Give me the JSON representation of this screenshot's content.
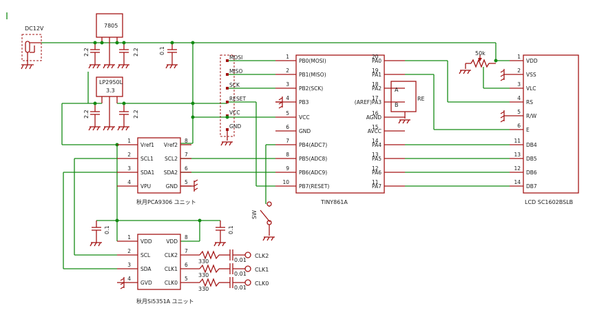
{
  "power": {
    "dc_label": "DC12V",
    "reg1": "7805",
    "reg2": "LP2950L",
    "reg2_value": "3.3"
  },
  "capacitors": {
    "c1": "2.2",
    "c2": "2.2",
    "c3": "0.1",
    "c4": "2.2",
    "c5": "2.2",
    "c6": "0.1",
    "c7": "0.1",
    "c8": "0.01",
    "c9": "0.01",
    "c10": "0.01"
  },
  "resistors": {
    "r1": "330",
    "r2": "330",
    "r3": "330",
    "pot": "50k"
  },
  "isp_header": {
    "pins": [
      "MOSI",
      "MISO",
      "SCK",
      "RESET",
      "VCC",
      "GND"
    ]
  },
  "mcu": {
    "name": "TINY861A",
    "left_pins": [
      {
        "num": "1",
        "name": "PB0(MOSI)"
      },
      {
        "num": "2",
        "name": "PB1(MISO)"
      },
      {
        "num": "3",
        "name": "PB2(SCK)"
      },
      {
        "num": "4",
        "name": "PB3"
      },
      {
        "num": "5",
        "name": "VCC"
      },
      {
        "num": "6",
        "name": "GND"
      },
      {
        "num": "7",
        "name": "PB4(ADC7)"
      },
      {
        "num": "8",
        "name": "PB5(ADC8)"
      },
      {
        "num": "9",
        "name": "PB6(ADC9)"
      },
      {
        "num": "10",
        "name": "PB7(RESET)"
      }
    ],
    "right_pins": [
      {
        "num": "20",
        "name": "PA0"
      },
      {
        "num": "19",
        "name": "PA1"
      },
      {
        "num": "18",
        "name": "PA2"
      },
      {
        "num": "17",
        "name": "(AREF)PA3"
      },
      {
        "num": "16",
        "name": "AGND"
      },
      {
        "num": "15",
        "name": "AVCC"
      },
      {
        "num": "14",
        "name": "PA4"
      },
      {
        "num": "13",
        "name": "PA5"
      },
      {
        "num": "12",
        "name": "PA6"
      },
      {
        "num": "11",
        "name": "PA7"
      }
    ]
  },
  "encoder": {
    "a": "A",
    "b": "B",
    "label": "RE"
  },
  "switch_label": "SW",
  "lcd": {
    "name": "LCD SC1602BSLB",
    "pins": [
      {
        "num": "1",
        "name": "VDD"
      },
      {
        "num": "2",
        "name": "VSS"
      },
      {
        "num": "3",
        "name": "VLC"
      },
      {
        "num": "4",
        "name": "RS"
      },
      {
        "num": "5",
        "name": "R/W"
      },
      {
        "num": "6",
        "name": "E"
      },
      {
        "num": "11",
        "name": "DB4"
      },
      {
        "num": "13",
        "name": "DB5"
      },
      {
        "num": "12",
        "name": "DB6"
      },
      {
        "num": "14",
        "name": "DB7"
      }
    ]
  },
  "pca": {
    "name": "秋月PCA9306 ユニット",
    "left_pins": [
      {
        "num": "1",
        "name": "Vref1"
      },
      {
        "num": "2",
        "name": "SCL1"
      },
      {
        "num": "3",
        "name": "SDA1"
      },
      {
        "num": "4",
        "name": "VPU"
      }
    ],
    "right_pins": [
      {
        "num": "8",
        "name": "Vref2"
      },
      {
        "num": "7",
        "name": "SCL2"
      },
      {
        "num": "6",
        "name": "SDA2"
      },
      {
        "num": "5",
        "name": "GND"
      }
    ]
  },
  "si": {
    "name": "秋月Si5351A ユニット",
    "left_pins": [
      {
        "num": "1",
        "name": "VDD"
      },
      {
        "num": "2",
        "name": "SCL"
      },
      {
        "num": "3",
        "name": "SDA"
      },
      {
        "num": "4",
        "name": "GVD"
      }
    ],
    "right_pins": [
      {
        "num": "8",
        "name": "VDD"
      },
      {
        "num": "7",
        "name": "CLK2"
      },
      {
        "num": "6",
        "name": "CLK1"
      },
      {
        "num": "5",
        "name": "CLK0"
      }
    ]
  },
  "outputs": [
    "CLK2",
    "CLK1",
    "CLK0"
  ]
}
